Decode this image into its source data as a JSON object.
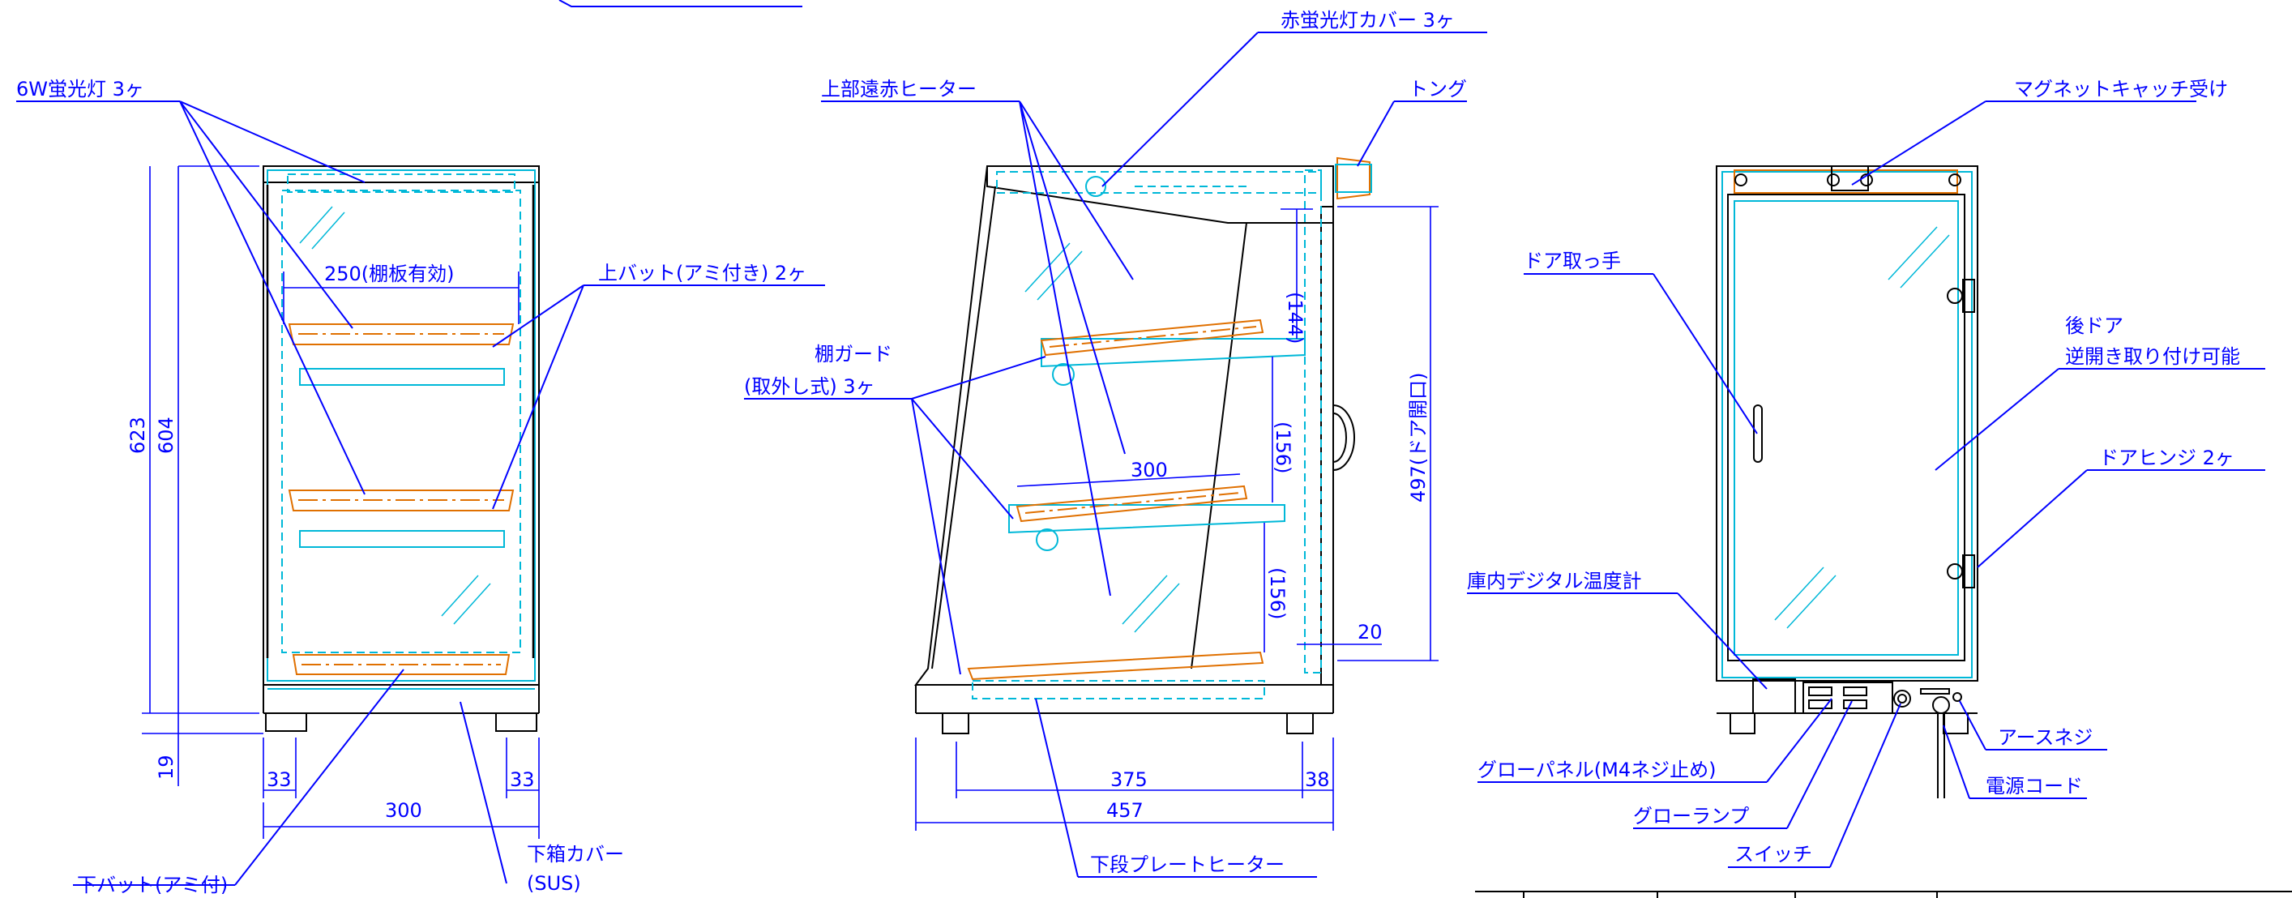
{
  "labels": {
    "fluorescent_lamp": "6W蛍光灯 3ヶ",
    "upper_tray": "上バット(アミ付き) 2ヶ",
    "lower_tray": "下バット(アミ付)",
    "lower_box_cover": "下箱カバー",
    "lower_box_cover_material": "(SUS)",
    "upper_heater": "上部遠赤ヒーター",
    "red_lamp_cover": "赤蛍光灯カバー 3ヶ",
    "tongs": "トング",
    "shelf_guard": "棚ガード",
    "shelf_guard_detail": "(取外し式) 3ヶ",
    "lower_plate_heater": "下段プレートヒーター",
    "magnet_catch": "マグネットキャッチ受け",
    "door_handle": "ドア取っ手",
    "rear_door": "後ドア",
    "rear_door_detail": "逆開き取り付け可能",
    "door_hinge": "ドアヒンジ 2ヶ",
    "thermometer": "庫内デジタル温度計",
    "glow_panel": "グローパネル(M4ネジ止め)",
    "glow_lamp": "グローランプ",
    "switch": "スイッチ",
    "earth_screw": "アースネジ",
    "power_cord": "電源コード"
  },
  "dimensions": {
    "front_height_total": "623",
    "front_height_inner": "604",
    "front_shelf_width": "250(棚板有効)",
    "front_foot_height": "19",
    "front_left_margin": "33",
    "front_right_margin": "33",
    "front_width": "300",
    "side_shelf_width": "300",
    "side_gap_upper": "(144)",
    "side_gap_mid": "(156)",
    "side_gap_lower": "(156)",
    "side_door_opening": "497(ドア開口)",
    "side_offset": "20",
    "side_depth_inner": "375",
    "side_rear_margin": "38",
    "side_depth_total": "457"
  }
}
